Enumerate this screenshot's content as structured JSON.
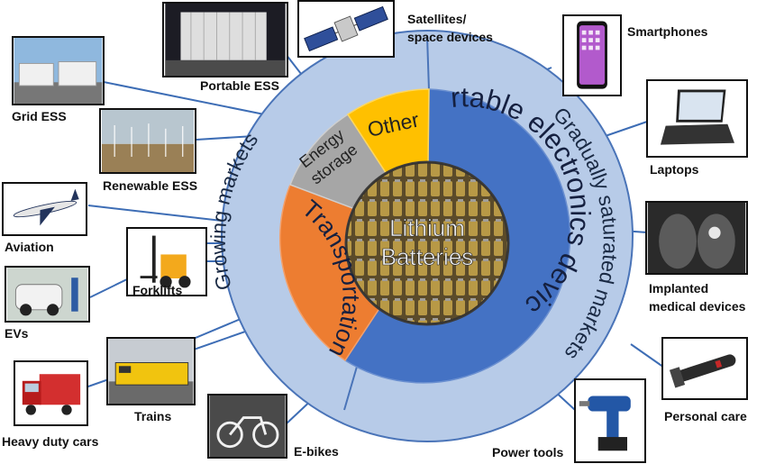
{
  "center": {
    "line1": "Lithium",
    "line2": "Batteries"
  },
  "segments": {
    "portable": "Portable electronics devices",
    "transportation": "Transportation",
    "energy_line1": "Energy",
    "energy_line2": "storage",
    "other": "Other"
  },
  "rings": {
    "growing": "Growing markets",
    "saturated": "Gradually saturated markets"
  },
  "applications": {
    "portable_ess": "Portable ESS",
    "satellites_line1": "Satellites/",
    "satellites_line2": "space devices",
    "smartphones": "Smartphones",
    "grid_ess": "Grid ESS",
    "laptops": "Laptops",
    "renewable_ess": "Renewable ESS",
    "aviation": "Aviation",
    "forklifts": "Forklifts",
    "implanted_line1": "Implanted",
    "implanted_line2": "medical devices",
    "evs": "EVs",
    "trains": "Trains",
    "personal_care": "Personal care",
    "heavy_duty_cars": "Heavy duty cars",
    "e_bikes": "E-bikes",
    "power_tools": "Power tools"
  },
  "colors": {
    "outer_ring": "#b7cbe8",
    "portable": "#4472c4",
    "transportation": "#ed7d31",
    "energy_storage": "#a6a6a6",
    "other": "#ffc000",
    "connector": "#3d6db5"
  }
}
